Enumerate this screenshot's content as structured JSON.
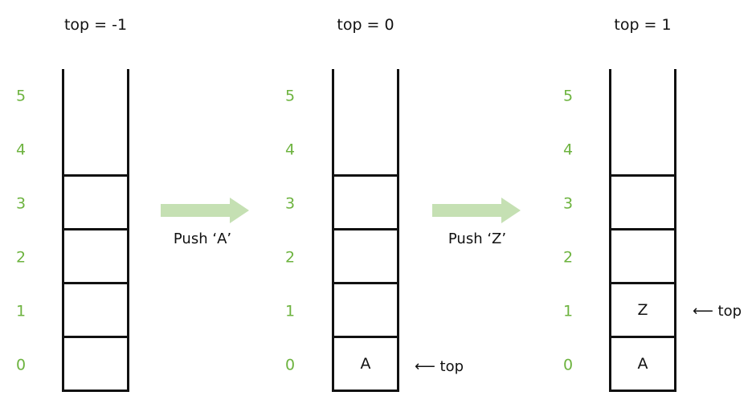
{
  "stages": [
    {
      "title": "top = -1",
      "indices": [
        "0",
        "1",
        "2",
        "3",
        "4",
        "5"
      ],
      "cells": [
        "",
        "",
        "",
        "",
        "",
        ""
      ],
      "pointer": null
    },
    {
      "title": "top = 0",
      "indices": [
        "0",
        "1",
        "2",
        "3",
        "4",
        "5"
      ],
      "cells": [
        "A",
        "",
        "",
        "",
        "",
        ""
      ],
      "pointer": {
        "label": "⟵ top",
        "cell": 0
      }
    },
    {
      "title": "top = 1",
      "indices": [
        "0",
        "1",
        "2",
        "3",
        "4",
        "5"
      ],
      "cells": [
        "A",
        "Z",
        "",
        "",
        "",
        ""
      ],
      "pointer": {
        "label": "⟵ top",
        "cell": 1
      }
    }
  ],
  "operations": [
    {
      "label": "Push ‘A’"
    },
    {
      "label": "Push ‘Z’"
    }
  ],
  "colors": {
    "index": "#6db33f",
    "arrow": "#c5e0b3",
    "stroke": "#111111"
  }
}
